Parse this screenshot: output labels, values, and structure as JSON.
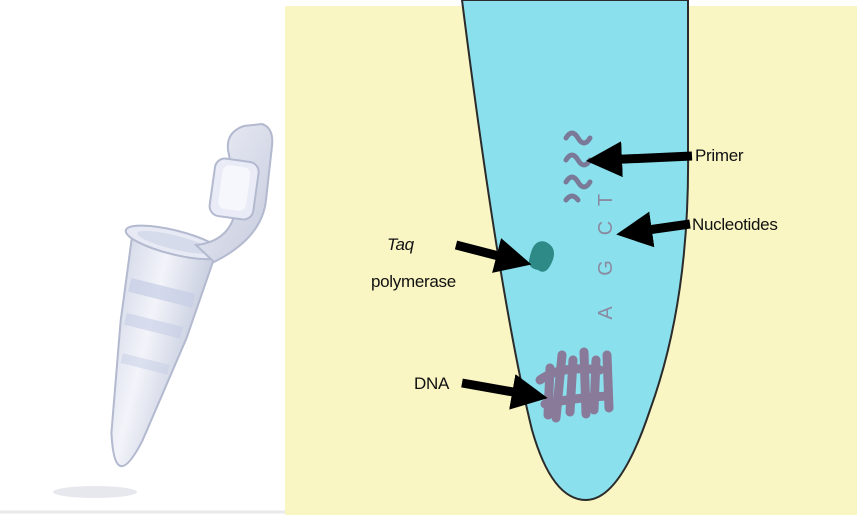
{
  "labels": {
    "primer": "Primer",
    "nucleotides": "Nucleotides",
    "taq": "Taq",
    "polymerase": "polymerase",
    "dna": "DNA"
  },
  "nucleotide_letters": [
    "A",
    "G",
    "C",
    "T"
  ],
  "colors": {
    "diagram_background": "#f9f6c3",
    "tube_fill": "#8ae0ec",
    "tube_outline": "#2b2b2b",
    "cap_tan": "#c9a877",
    "dna_strands": "#8a7a9a",
    "primer": "#7a7a98",
    "nucleotide_letters": "#8a8aa0",
    "taq_enzyme": "#2e8a86",
    "arrows": "#000000"
  },
  "icons": {
    "photo": "microcentrifuge-tube",
    "enzyme": "taq-polymerase-blob",
    "primer": "primer-squiggle",
    "dna": "dna-strands"
  }
}
